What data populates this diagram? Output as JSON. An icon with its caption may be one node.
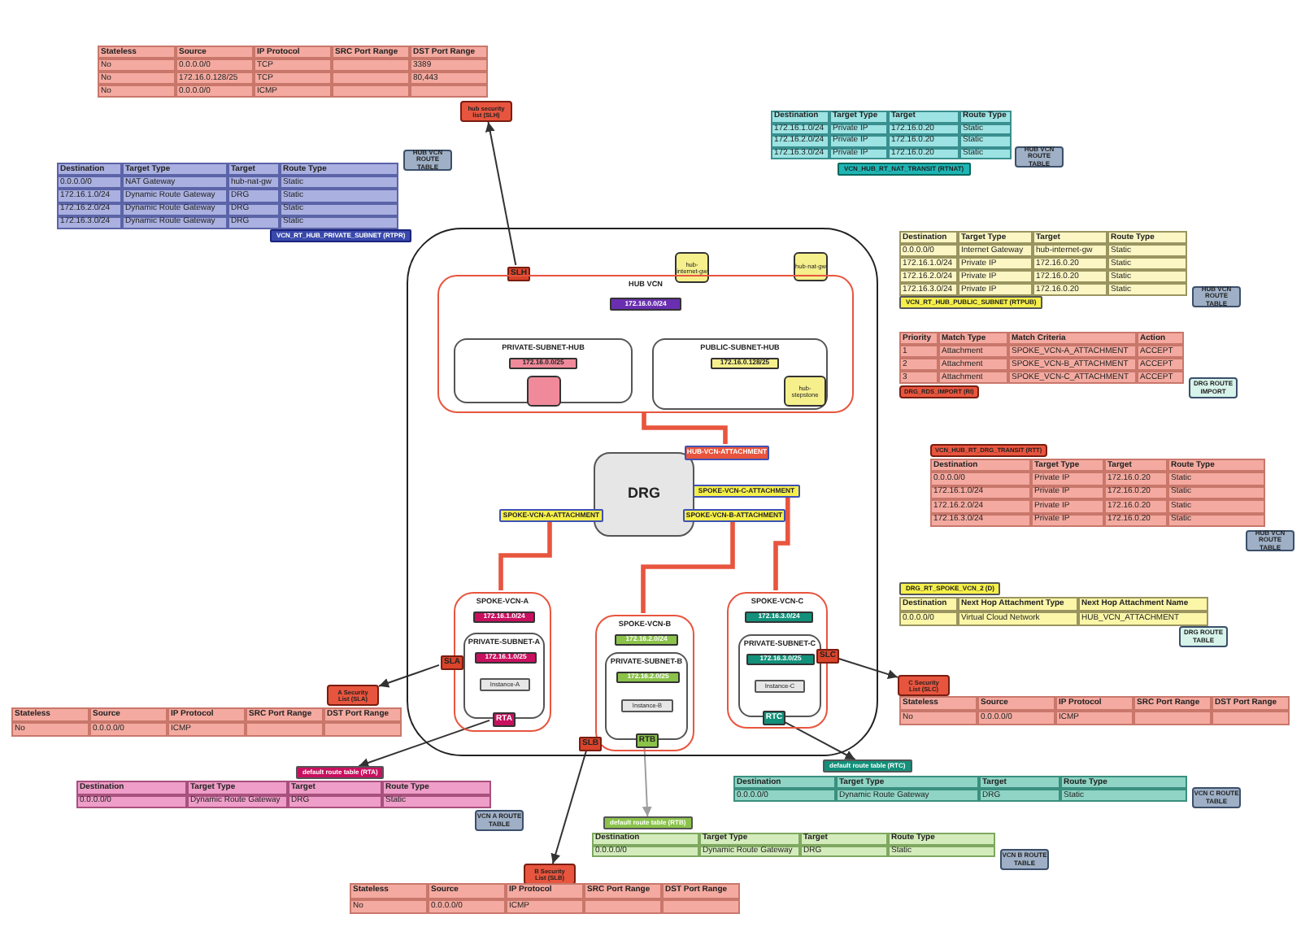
{
  "diagram": {
    "nodes": [
      {
        "text": [],
        "shape": "box"
      },
      {
        "text": [
          "hub-internet-gw"
        ],
        "in": 0
      },
      {
        "text": [
          "hub-nat-gw"
        ],
        "in": 0
      },
      {
        "text": [
          "SLH"
        ],
        "in": 0
      },
      {
        "text": [
          "HUB VCN"
        ],
        "in": 0
      },
      {
        "text": [
          "172.16.0.0/24"
        ],
        "in": 4
      },
      {
        "text": [
          "PRIVATE-SUBNET-HUB"
        ],
        "in": 4
      },
      {
        "text": [
          "172.16.0.0/25"
        ],
        "in": 6
      },
      {
        "text": [],
        "shape": "box",
        "in": 6
      },
      {
        "text": [
          "PUBLIC-SUBNET-HUB"
        ],
        "in": 4
      },
      {
        "text": [
          "172.16.0.128/25"
        ],
        "in": 9
      },
      {
        "text": [
          "hub-stepstone"
        ],
        "in": 9
      },
      {
        "text": [
          "DRG"
        ],
        "in": 0
      },
      {
        "text": [
          "HUB-VCN-ATTACHMENT"
        ],
        "in": 0
      },
      {
        "text": [
          "SPOKE-VCN-C-ATTACHMENT"
        ],
        "in": 0
      },
      {
        "text": [
          "SPOKE-VCN-A-ATTACHMENT"
        ],
        "in": 0
      },
      {
        "text": [
          "SPOKE-VCN-B-ATTACHMENT"
        ],
        "in": 0
      },
      {
        "text": [
          "SPOKE-VCN-A"
        ],
        "in": 0
      },
      {
        "text": [
          "172.16.1.0/24"
        ],
        "in": 17
      },
      {
        "text": [
          "PRIVATE-SUBNET-A"
        ],
        "in": 17
      },
      {
        "text": [
          "172.16.1.0/25"
        ],
        "in": 19
      },
      {
        "text": [
          "Instance-A"
        ],
        "in": 19
      },
      {
        "text": [
          "SLA"
        ],
        "in": 0
      },
      {
        "text": [
          "RTA"
        ],
        "in": 17
      },
      {
        "text": [
          "SPOKE-VCN-B"
        ],
        "in": 0
      },
      {
        "text": [
          "172.16.2.0/24"
        ],
        "in": 24
      },
      {
        "text": [
          "PRIVATE-SUBNET-B"
        ],
        "in": 24
      },
      {
        "text": [
          "172.16.2.0/25"
        ],
        "in": 26
      },
      {
        "text": [
          "Instance-B"
        ],
        "in": 26
      },
      {
        "text": [
          "SLB"
        ],
        "in": 0
      },
      {
        "text": [
          "RTB"
        ],
        "in": 24
      },
      {
        "text": [
          "SPOKE-VCN-C"
        ],
        "in": 0
      },
      {
        "text": [
          "172.16.3.0/24"
        ],
        "in": 31
      },
      {
        "text": [
          "PRIVATE-SUBNET-C"
        ],
        "in": 31
      },
      {
        "text": [
          "172.16.3.0/25"
        ],
        "in": 33
      },
      {
        "text": [
          "Instance-C"
        ],
        "in": 33
      },
      {
        "text": [
          "SLC"
        ],
        "in": 0
      },
      {
        "text": [
          "RTC"
        ],
        "in": 31
      },
      {
        "text": [
          "hub security list (SLH)"
        ]
      },
      {
        "text": [
          "VCN_RT_HUB_PRIVATE_SUBNET (RTPR)"
        ]
      },
      {
        "text": [
          "HUB VCN ROUTE TABLE"
        ]
      },
      {
        "text": [
          "VCN_HUB_RT_NAT_TRANSIT (RTNAT)"
        ]
      },
      {
        "text": [
          "HUB VCN ROUTE TABLE"
        ]
      },
      {
        "text": [
          "VCN_RT_HUB_PUBLIC_SUBNET (RTPUB)"
        ]
      },
      {
        "text": [
          "HUB VCN ROUTE TABLE"
        ]
      },
      {
        "text": [
          "DRG_RDS_IMPORT (RI)"
        ]
      },
      {
        "text": [
          "DRG ROUTE IMPORT"
        ]
      },
      {
        "text": [
          "VCN_HUB_RT_DRG_TRANSIT (RTT)"
        ]
      },
      {
        "text": [
          "HUB VCN ROUTE TABLE"
        ]
      },
      {
        "text": [
          "DRG_RT_SPOKE_VCN_2 (D)"
        ]
      },
      {
        "text": [
          "DRG ROUTE TABLE"
        ]
      },
      {
        "text": [
          "A Security List (SLA)"
        ]
      },
      {
        "text": [
          "default route table (RTA)"
        ]
      },
      {
        "text": [
          "VCN A ROUTE TABLE"
        ]
      },
      {
        "text": [
          "C Security List (SLC)"
        ]
      },
      {
        "text": [
          "default route table (RTC)"
        ]
      },
      {
        "text": [
          "VCN C ROUTE TABLE"
        ]
      },
      {
        "text": [
          "default route table (RTB)"
        ]
      },
      {
        "text": [
          "VCN B ROUTE TABLE"
        ]
      },
      {
        "text": [
          "B Security List (SLB)"
        ]
      }
    ],
    "edges": [
      {
        "from": 4,
        "to": 13,
        "arrow": "none",
        "style": "thick",
        "color": "#e8553e"
      },
      {
        "from": 15,
        "to": 17,
        "arrow": "none",
        "style": "thick",
        "color": "#e8553e"
      },
      {
        "from": 16,
        "to": 24,
        "arrow": "none",
        "style": "thick",
        "color": "#e8553e"
      },
      {
        "from": 14,
        "to": 31,
        "arrow": "none",
        "style": "thick",
        "color": "#e8553e"
      },
      {
        "from": 3,
        "to": 38,
        "arrow": "to"
      },
      {
        "from": 22,
        "to": 51,
        "arrow": "to"
      },
      {
        "from": 23,
        "to": 52,
        "arrow": "to"
      },
      {
        "from": 29,
        "to": 59,
        "arrow": "to"
      },
      {
        "from": 30,
        "to": 57,
        "arrow": "to",
        "color": "#9e9e9e"
      },
      {
        "from": 36,
        "to": 54,
        "arrow": "to"
      },
      {
        "from": 37,
        "to": 55,
        "arrow": "to"
      }
    ],
    "labels": [
      "Stateless",
      "Source",
      "IP Protocol",
      "SRC Port Range",
      "DST Port Range",
      "No",
      "0.0.0.0/0",
      "TCP",
      "3389",
      "No",
      "172.16.0.128/25",
      "TCP",
      "80,443",
      "No",
      "0.0.0.0/0",
      "ICMP",
      "Destination",
      "Target Type",
      "Target",
      "Route Type",
      "172.16.1.0/24",
      "Private IP",
      "172.16.0.20",
      "Static",
      "172.16.2.0/24",
      "Private IP",
      "172.16.0.20",
      "Static",
      "172.16.3.0/24",
      "Private IP",
      "172.16.0.20",
      "Static",
      "Destination",
      "Target Type",
      "Target",
      "Route Type",
      "0.0.0.0/0",
      "NAT Gateway",
      "hub-nat-gw",
      "Static",
      "172.16.1.0/24",
      "Dynamic Route Gateway",
      "DRG",
      "Static",
      "172.16.2.0/24",
      "Dynamic Route Gateway",
      "DRG",
      "Static",
      "172.16.3.0/24",
      "Dynamic Route Gateway",
      "DRG",
      "Static",
      "Destination",
      "Target Type",
      "Target",
      "Route Type",
      "0.0.0.0/0",
      "Internet Gateway",
      "hub-internet-gw",
      "Static",
      "172.16.1.0/24",
      "Private IP",
      "172.16.0.20",
      "Static",
      "172.16.2.0/24",
      "Private IP",
      "172.16.0.20",
      "Static",
      "172.16.3.0/24",
      "Private IP",
      "172.16.0.20",
      "Static",
      "Priority",
      "Match Type",
      "Match Criteria",
      "Action",
      "1",
      "Attachment",
      "SPOKE_VCN-A_ATTACHMENT",
      "ACCEPT",
      "2",
      "Attachment",
      "SPOKE_VCN-B_ATTACHMENT",
      "ACCEPT",
      "3",
      "Attachment",
      "SPOKE_VCN-C_ATTACHMENT",
      "ACCEPT",
      "Destination",
      "Target Type",
      "Target",
      "Route Type",
      "0.0.0.0/0",
      "Private IP",
      "172.16.0.20",
      "Static",
      "172.16.1.0/24",
      "Private IP",
      "172.16.0.20",
      "Static",
      "172.16.2.0/24",
      "Private IP",
      "172.16.0.20",
      "Static",
      "172.16.3.0/24",
      "Private IP",
      "172.16.0.20",
      "Static",
      "Destination",
      "Next Hop Attachment Type",
      "Next Hop Attachment Name",
      "0.0.0.0/0",
      "Virtual Cloud Network",
      "HUB_VCN_ATTACHMENT",
      "Stateless",
      "Source",
      "IP Protocol",
      "SRC Port Range",
      "DST Port Range",
      "No",
      "0.0.0.0/0",
      "ICMP",
      "Stateless",
      "Source",
      "IP Protocol",
      "SRC Port Range",
      "DST Port Range",
      "No",
      "0.0.0.0/0",
      "ICMP",
      "Destination",
      "Target Type",
      "Target",
      "Route Type",
      "0.0.0.0/0",
      "Dynamic Route Gateway",
      "DRG",
      "Static",
      "Destination",
      "Target Type",
      "Target",
      "Route Type",
      "0.0.0.0/0",
      "Dynamic Route Gateway",
      "DRG",
      "Static",
      "Destination",
      "Target Type",
      "Target",
      "Route Type",
      "0.0.0.0/0",
      "Dynamic Route Gateway",
      "DRG",
      "Static",
      "Stateless",
      "Source",
      "IP Protocol",
      "SRC Port Range",
      "DST Port Range",
      "No",
      "0.0.0.0/0",
      "ICMP"
    ]
  }
}
